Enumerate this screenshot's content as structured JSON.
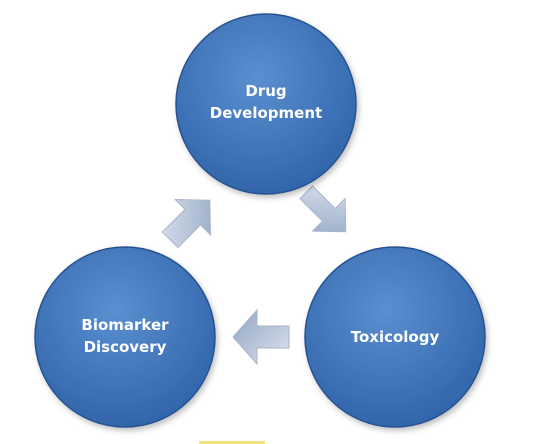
{
  "diagram": {
    "type": "cycle",
    "nodes": [
      {
        "id": "drug-development",
        "label_lines": [
          "Drug",
          "Development"
        ]
      },
      {
        "id": "toxicology",
        "label_lines": [
          "Toxicology"
        ]
      },
      {
        "id": "biomarker-discovery",
        "label_lines": [
          "Biomarker",
          "Discovery"
        ]
      }
    ],
    "edges": [
      {
        "from": "drug-development",
        "to": "toxicology"
      },
      {
        "from": "toxicology",
        "to": "biomarker-discovery"
      },
      {
        "from": "biomarker-discovery",
        "to": "drug-development"
      }
    ],
    "colors": {
      "node_fill_light": "#5a8fd0",
      "node_fill_dark": "#2f62a8",
      "node_stroke": "#25528f",
      "arrow_fill_light": "#dde4ee",
      "arrow_fill_dark": "#8fa4c2",
      "arrow_stroke": "#a9b6c9",
      "label": "#ffffff"
    }
  }
}
